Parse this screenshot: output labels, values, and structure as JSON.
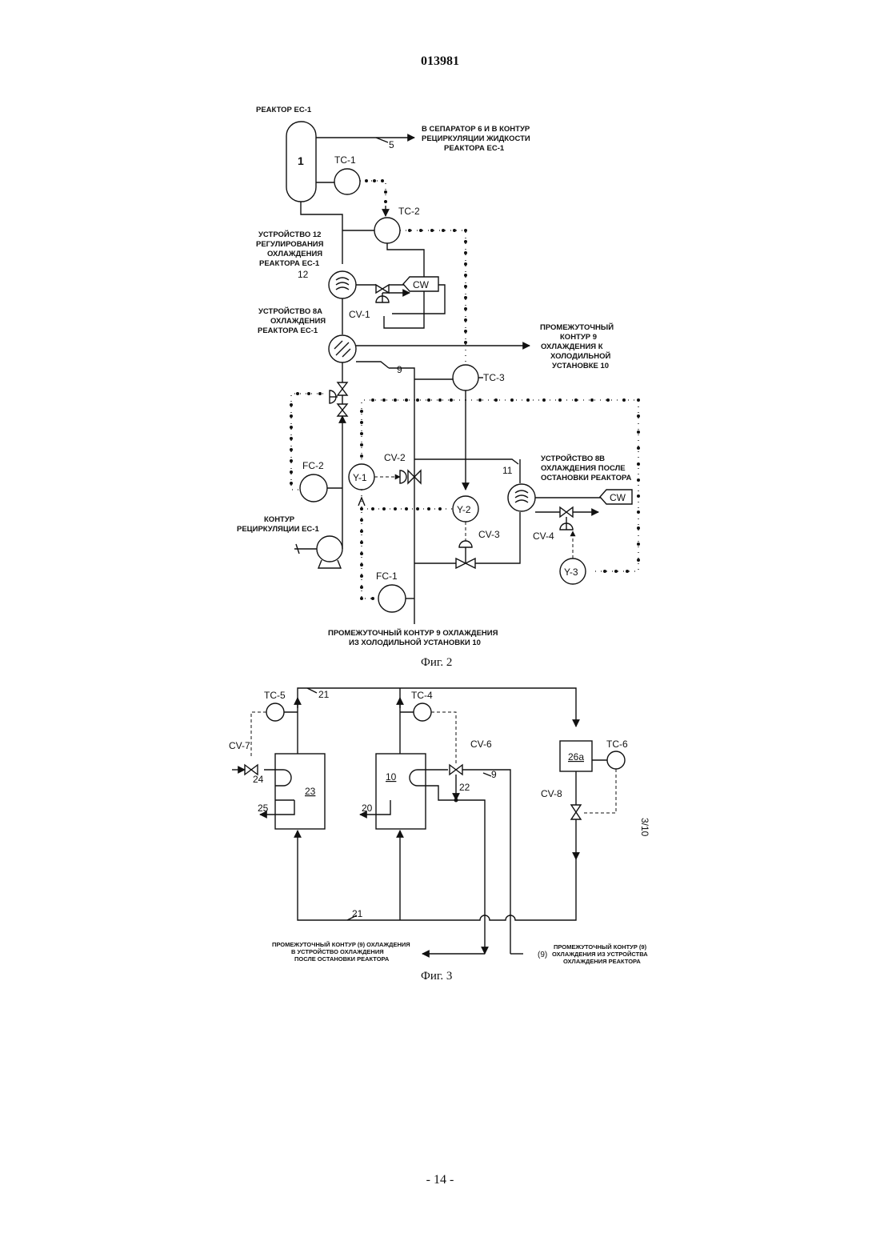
{
  "header": {
    "doc_number": "013981"
  },
  "footer": {
    "page_number": "- 14 -"
  },
  "fig2": {
    "caption": "Фиг. 2",
    "reactor_title": "РЕАКТОР ЕС-1",
    "reactor_number": "1",
    "to_separator": [
      "В СЕПАРАТОР 6 И В КОНТУР",
      "РЕЦИРКУЛЯЦИИ ЖИДКОСТИ",
      "РЕАКТОРА ЕС-1"
    ],
    "line_5": "5",
    "tc1": "TC-1",
    "tc2": "TC-2",
    "tc3": "TC-3",
    "device12": [
      "УСТРОЙСТВО 12",
      "РЕГУЛИРОВАНИЯ",
      "ОХЛАЖДЕНИЯ",
      "РЕАКТОРА ЕС-1"
    ],
    "num_12": "12",
    "cw1": "CW",
    "cv1": "CV-1",
    "device8a": [
      "УСТРОЙСТВО 8А",
      "ОХЛАЖДЕНИЯ",
      "РЕАКТОРА ЕС-1"
    ],
    "to_chiller": [
      "ПРОМЕЖУТОЧНЫЙ",
      "КОНТУР 9",
      "ОХЛАЖДЕНИЯ К",
      "ХОЛОДИЛЬНОЙ",
      "УСТАНОВКЕ 10"
    ],
    "line_9": "9",
    "fc2": "FC-2",
    "y1": "Y-1",
    "cv2": "CV-2",
    "line_11": "11",
    "device8b": [
      "УСТРОЙСТВО 8В",
      "ОХЛАЖДЕНИЯ ПОСЛЕ",
      "ОСТАНОВКИ РЕАКТОРА"
    ],
    "cw2": "CW",
    "y2": "Y-2",
    "cv3": "CV-3",
    "cv4": "CV-4",
    "y3": "Y-3",
    "recirc": [
      "КОНТУР",
      "РЕЦИРКУЛЯЦИИ ЕС-1"
    ],
    "fc1": "FC-1",
    "from_chiller": [
      "ПРОМЕЖУТОЧНЫЙ КОНТУР 9 ОХЛАЖДЕНИЯ",
      "ИЗ ХОЛОДИЛЬНОЙ УСТАНОВКИ 10"
    ]
  },
  "fig3": {
    "caption": "Фиг. 3",
    "tc5": "TC-5",
    "tc4": "TC-4",
    "tc6": "TC-6",
    "line_21_top": "21",
    "line_21_bottom": "21",
    "cv7": "CV-7",
    "cv6": "CV-6",
    "cv8": "CV-8",
    "n24": "24",
    "n23": "23",
    "n25": "25",
    "n10": "10",
    "n20": "20",
    "n22": "22",
    "n9": "9",
    "n26a": "26a",
    "side_mark": "3/10",
    "out_left": [
      "ПРОМЕЖУТОЧНЫЙ КОНТУР (9) ОХЛАЖДЕНИЯ",
      "В УСТРОЙСТВО ОХЛАЖДЕНИЯ",
      "ПОСЛЕ ОСТАНОВКИ РЕАКТОРА"
    ],
    "in_right_tag": "(9)",
    "in_right": [
      "ПРОМЕЖУТОЧНЫЙ КОНТУР (9)",
      "ОХЛАЖДЕНИЯ ИЗ УСТРОЙСТВА",
      "ОХЛАЖДЕНИЯ РЕАКТОРА"
    ]
  }
}
